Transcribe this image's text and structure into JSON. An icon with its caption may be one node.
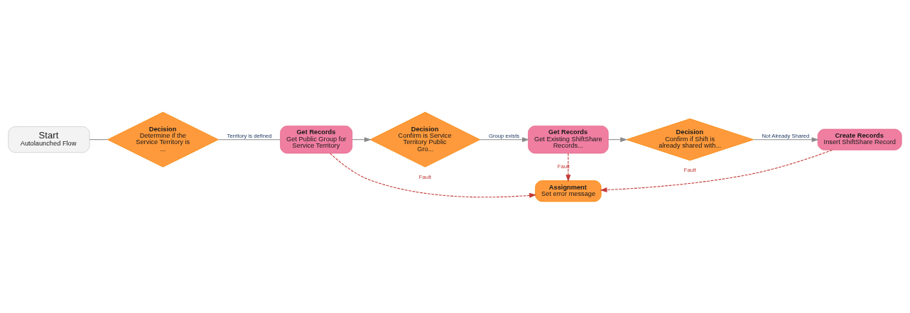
{
  "diagram": {
    "nodes": [
      {
        "text": [
          "Start",
          "Autolaunched Flow"
        ]
      },
      {
        "text": [
          "Decision",
          "Determine if the Service Territory is ..."
        ]
      },
      {
        "text": [
          "Get Records",
          "Get Public Group for Service Territory"
        ]
      },
      {
        "text": [
          "Decision",
          "Confirm is Service Territory Public Gro..."
        ]
      },
      {
        "text": [
          "Get Records",
          "Get Existing ShiftShare Records..."
        ]
      },
      {
        "text": [
          "Decision",
          "Confirm if Shift is already shared with..."
        ]
      },
      {
        "text": [
          "Create Records",
          "Insert ShiftShare Record"
        ]
      },
      {
        "text": [
          "Assignment",
          "Set error message"
        ]
      }
    ],
    "edges": [
      {
        "from": 0,
        "to": 1,
        "arrow": "none"
      },
      {
        "from": 1,
        "to": 2,
        "arrow": "none",
        "label": "Territory is defined"
      },
      {
        "from": 2,
        "to": 3,
        "arrow": "to"
      },
      {
        "from": 3,
        "to": 4,
        "arrow": "to",
        "label": "Group exists"
      },
      {
        "from": 4,
        "to": 5,
        "arrow": "to"
      },
      {
        "from": 5,
        "to": 6,
        "arrow": "to",
        "label": "Not Already Shared"
      },
      {
        "from": 2,
        "to": 7,
        "arrow": "to",
        "label": "Fault",
        "style": "dashed",
        "color": "#c23934"
      },
      {
        "from": 4,
        "to": 7,
        "arrow": "to",
        "label": "Fault",
        "style": "dashed",
        "color": "#c23934"
      },
      {
        "from": 6,
        "to": 7,
        "arrow": "to",
        "label": "Fault",
        "style": "dashed",
        "color": "#c23934"
      }
    ]
  }
}
